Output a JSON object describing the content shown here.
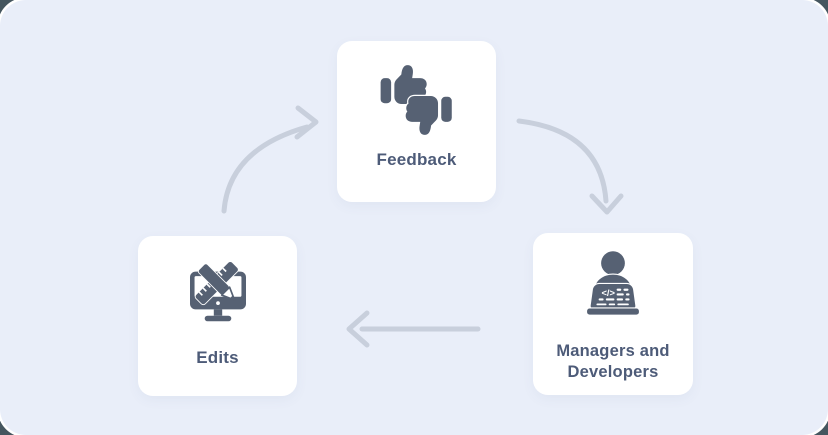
{
  "colors": {
    "canvas_bg": "#e9eef9",
    "card_bg": "#ffffff",
    "icon": "#566173",
    "label": "#4d5b78",
    "arrow": "#c8cfdc",
    "outer_ring": "#45565f"
  },
  "nodes": {
    "feedback": {
      "label": "Feedback",
      "icon": "thumbs-up-down-icon"
    },
    "managers": {
      "label": "Managers and Developers",
      "icon": "person-at-laptop-icon",
      "screen_glyph": "</>"
    },
    "edits": {
      "label": "Edits",
      "icon": "monitor-design-tools-icon"
    }
  },
  "edges": [
    {
      "from": "edits",
      "to": "feedback",
      "shape": "curved-up-right"
    },
    {
      "from": "feedback",
      "to": "managers",
      "shape": "curved-down-right"
    },
    {
      "from": "managers",
      "to": "edits",
      "shape": "straight-left"
    }
  ]
}
